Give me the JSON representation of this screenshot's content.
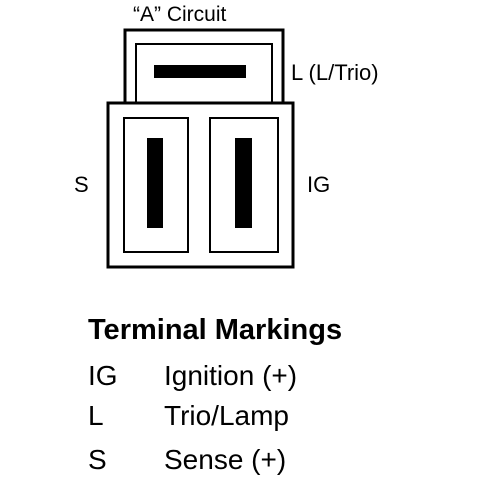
{
  "diagram": {
    "circuit_title": "“A” Circuit",
    "terminals": {
      "l": {
        "label": "L (L/Trio)"
      },
      "s": {
        "label": "S"
      },
      "ig": {
        "label": "IG"
      }
    }
  },
  "legend": {
    "title": "Terminal Markings",
    "items": [
      {
        "code": "IG",
        "description": "Ignition (+)"
      },
      {
        "code": "L",
        "description": "Trio/Lamp"
      },
      {
        "code": "S",
        "description": "Sense (+)"
      }
    ]
  },
  "colors": {
    "ink": "#000000",
    "background": "#ffffff"
  }
}
